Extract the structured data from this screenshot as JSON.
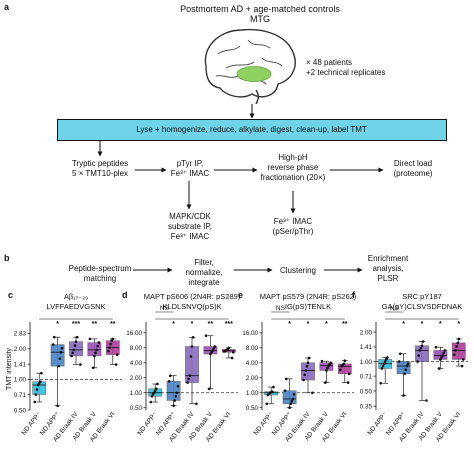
{
  "panel_a": {
    "label": "a",
    "header_line1": "Postmortem AD + age-matched controls",
    "header_line2": "MTG",
    "patients": "× 48 patients",
    "replicates": "+2 technical replicates",
    "banner": "Lyse + homogenize, reduce, alkylate, digest, clean-up, label TMT",
    "step_tryptic_1": "Tryptic peptides",
    "step_tryptic_2": "5 × TMT10-plex",
    "step_ptyr_1": "pTyr IP,",
    "step_ptyr_2": "Fe³⁺ IMAC",
    "step_highph_1": "High-pH",
    "step_highph_2": "reverse phase",
    "step_highph_3": "fractionation (20×)",
    "step_direct_1": "Direct load",
    "step_direct_2": "(proteome)",
    "step_mapk_1": "MAPK/CDK",
    "step_mapk_2": "substrate IP,",
    "step_mapk_3": "Fe³⁺ IMAC",
    "step_fe_1": "Fe³⁺ IMAC",
    "step_fe_2": "(pSer/pThr)"
  },
  "panel_b": {
    "label": "b",
    "step1_1": "Peptide-spectrum",
    "step1_2": "matching",
    "step2_1": "Filter,",
    "step2_2": "normalize,",
    "step2_3": "integrate",
    "step3": "Clustering",
    "step4_1": "Enrichment",
    "step4_2": "analysis,",
    "step4_3": "PLSR"
  },
  "plots": {
    "y_axis_title": "TMT intensity",
    "groups": [
      "ND APP⁻",
      "ND APP⁺",
      "AD Braak IV",
      "AD Braak V",
      "AD Braak VI"
    ],
    "colors": {
      "cyan": "#35c0dc",
      "blue": "#4a86c8",
      "purple1": "#8a6ec0",
      "purple2": "#9a54b8",
      "magenta": "#b0429e"
    },
    "panels": [
      {
        "label": "c",
        "title1": "Aβ₁₇₋₂₉",
        "title2": "LVFFAEDVGSNK",
        "sig": [
          "*",
          "***",
          "**",
          "**"
        ],
        "ns": ""
      },
      {
        "label": "d",
        "title1": "MAPT pS606 (2N4R: pS289)",
        "title2": "KLDLSNVQ(pS)K",
        "sig": [
          "*",
          "*",
          "**",
          "***"
        ],
        "ns": "NS"
      },
      {
        "label": "e",
        "title1": "MAPT pS579 (2N4R: pS262)",
        "title2": "IG(pS)TENLK",
        "sig": [
          "*",
          "*",
          "*",
          "**"
        ],
        "ns": "NS"
      },
      {
        "label": "f",
        "title1": "SRC pY187",
        "title2": "GA(pY)CLSVSDFDNAK",
        "sig": [
          "*",
          "*",
          "*",
          "*"
        ],
        "ns": "NS"
      }
    ]
  },
  "chart_data": [
    {
      "type": "box",
      "panel": "c",
      "title": "Aβ₁₇₋₂₉ LVFFAEDVGSNK",
      "ylabel": "TMT intensity",
      "yscale": "log2",
      "yticks": [
        "0.50",
        "0.71",
        "1.00",
        "1.41",
        "2.00",
        "2.83"
      ],
      "ylim": [
        0.5,
        3.2
      ],
      "reference_line": 1.0,
      "categories": [
        "ND APP⁻",
        "ND APP⁺",
        "AD Braak IV",
        "AD Braak V",
        "AD Braak VI"
      ],
      "boxes": [
        {
          "q1": 0.71,
          "median": 0.88,
          "q3": 0.95,
          "min": 0.6,
          "max": 1.15
        },
        {
          "q1": 1.35,
          "median": 1.85,
          "q3": 2.2,
          "min": 0.55,
          "max": 2.6
        },
        {
          "q1": 1.7,
          "median": 1.95,
          "q3": 2.35,
          "min": 1.4,
          "max": 2.6
        },
        {
          "q1": 1.7,
          "median": 1.95,
          "q3": 2.3,
          "min": 1.3,
          "max": 2.5
        },
        {
          "q1": 1.75,
          "median": 2.05,
          "q3": 2.4,
          "min": 1.4,
          "max": 2.5
        }
      ],
      "significance": [
        "*",
        "***",
        "**",
        "**"
      ]
    },
    {
      "type": "box",
      "panel": "d",
      "title": "MAPT pS606 (2N4R: pS289) KLDLSNVQ(pS)K",
      "yscale": "log2",
      "yticks": [
        "0.50",
        "1.00",
        "2.00",
        "4.00",
        "8.00",
        "16.00"
      ],
      "ylim": [
        0.45,
        20
      ],
      "reference_line": 1.0,
      "categories": [
        "ND APP⁻",
        "ND APP⁺",
        "AD Braak IV",
        "AD Braak V",
        "AD Braak VI"
      ],
      "boxes": [
        {
          "q1": 0.85,
          "median": 1.0,
          "q3": 1.2,
          "min": 0.65,
          "max": 1.5
        },
        {
          "q1": 0.7,
          "median": 1.0,
          "q3": 1.7,
          "min": 0.55,
          "max": 2.2
        },
        {
          "q1": 1.6,
          "median": 2.2,
          "q3": 8.5,
          "min": 0.6,
          "max": 13
        },
        {
          "q1": 6.0,
          "median": 7.0,
          "q3": 8.5,
          "min": 1.2,
          "max": 14
        },
        {
          "q1": 6.5,
          "median": 7.0,
          "q3": 7.4,
          "min": 5.0,
          "max": 8.0
        }
      ],
      "significance": [
        "*",
        "*",
        "**",
        "***"
      ]
    },
    {
      "type": "box",
      "panel": "e",
      "title": "MAPT pS579 (2N4R: pS262) IG(pS)TENLK",
      "yscale": "log2",
      "yticks": [
        "0.50",
        "1.00",
        "2.00",
        "4.00",
        "8.00",
        "16.00"
      ],
      "ylim": [
        0.45,
        20
      ],
      "reference_line": 1.0,
      "categories": [
        "ND APP⁻",
        "ND APP⁺",
        "AD Braak IV",
        "AD Braak V",
        "AD Braak VI"
      ],
      "boxes": [
        {
          "q1": 0.9,
          "median": 1.0,
          "q3": 1.05,
          "min": 0.6,
          "max": 1.3
        },
        {
          "q1": 0.6,
          "median": 0.75,
          "q3": 1.1,
          "min": 0.5,
          "max": 1.9
        },
        {
          "q1": 1.8,
          "median": 2.8,
          "q3": 4.0,
          "min": 1.0,
          "max": 5.0
        },
        {
          "q1": 2.8,
          "median": 3.5,
          "q3": 4.0,
          "min": 1.6,
          "max": 4.3
        },
        {
          "q1": 2.4,
          "median": 3.4,
          "q3": 3.8,
          "min": 1.6,
          "max": 4.4
        }
      ],
      "significance": [
        "*",
        "*",
        "*",
        "**"
      ]
    },
    {
      "type": "box",
      "panel": "f",
      "title": "SRC pY187 GA(pY)CLSVSDFDNAK",
      "yscale": "log2",
      "yticks": [
        "0.35",
        "0.50",
        "0.71",
        "1.00",
        "1.41",
        "2.00"
      ],
      "ylim": [
        0.32,
        2.2
      ],
      "reference_line": 1.0,
      "categories": [
        "ND APP⁻",
        "ND APP⁺",
        "AD Braak IV",
        "AD Braak V",
        "AD Braak VI"
      ],
      "boxes": [
        {
          "q1": 0.85,
          "median": 0.95,
          "q3": 1.05,
          "min": 0.6,
          "max": 1.1
        },
        {
          "q1": 0.75,
          "median": 0.9,
          "q3": 1.0,
          "min": 0.45,
          "max": 1.2
        },
        {
          "q1": 1.0,
          "median": 1.3,
          "q3": 1.45,
          "min": 0.4,
          "max": 1.6
        },
        {
          "q1": 1.05,
          "median": 1.15,
          "q3": 1.3,
          "min": 0.85,
          "max": 1.4
        },
        {
          "q1": 1.05,
          "median": 1.3,
          "q3": 1.55,
          "min": 0.9,
          "max": 1.7
        }
      ],
      "significance": [
        "*",
        "*",
        "*",
        "*"
      ]
    }
  ]
}
